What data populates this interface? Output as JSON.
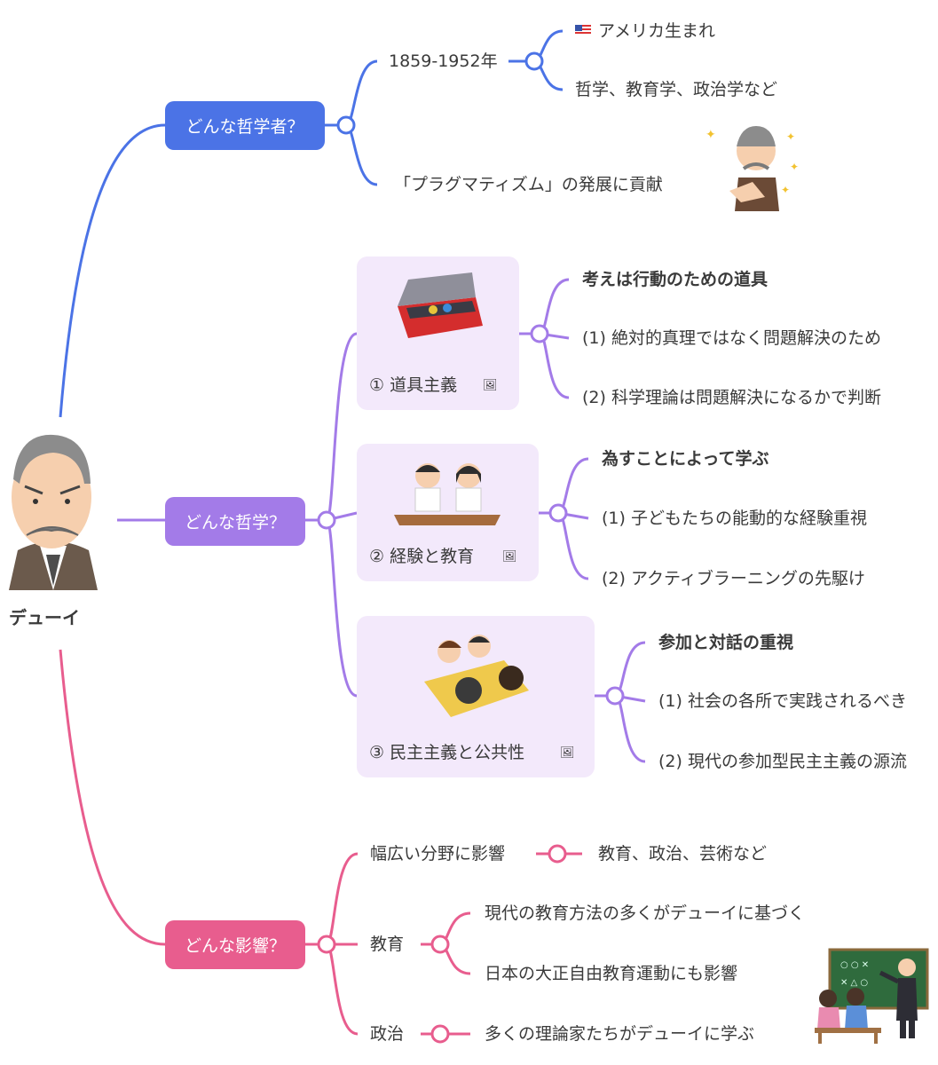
{
  "root": {
    "name": "デューイ"
  },
  "colors": {
    "blue": "#4b73e6",
    "purple": "#a37be8",
    "pink": "#e85d8e",
    "card_bg": "#f3e9fb"
  },
  "branch1": {
    "title": "どんな哲学者？",
    "years": "1859-1952年",
    "birth": "アメリカ生まれ",
    "birth_flag": "us-flag-icon",
    "fields": "哲学、教育学、政治学など",
    "contribution": "「プラグマティズム」の発展に貢献"
  },
  "branch2": {
    "title": "どんな哲学？",
    "topics": [
      {
        "card": "① 道具主義",
        "heading": "考えは行動のための道具",
        "points": [
          "(1) 絶対的真理ではなく問題解決のため",
          "(2) 科学理論は問題解決になるかで判断"
        ]
      },
      {
        "card": "② 経験と教育",
        "heading": "為すことによって学ぶ",
        "points": [
          "(1) 子どもたちの能動的な経験重視",
          "(2) アクティブラーニングの先駆け"
        ]
      },
      {
        "card": "③ 民主主義と公共性",
        "heading": "参加と対話の重視",
        "points": [
          "(1) 社会の各所で実践されるべき",
          "(2) 現代の参加型民主主義の源流"
        ]
      }
    ]
  },
  "branch3": {
    "title": "どんな影響？",
    "wide": "幅広い分野に影響",
    "wide_detail": "教育、政治、芸術など",
    "education": "教育",
    "education_points": [
      "現代の教育方法の多くがデューイに基づく",
      "日本の大正自由教育運動にも影響"
    ],
    "politics": "政治",
    "politics_detail": "多くの理論家たちがデューイに学ぶ"
  }
}
